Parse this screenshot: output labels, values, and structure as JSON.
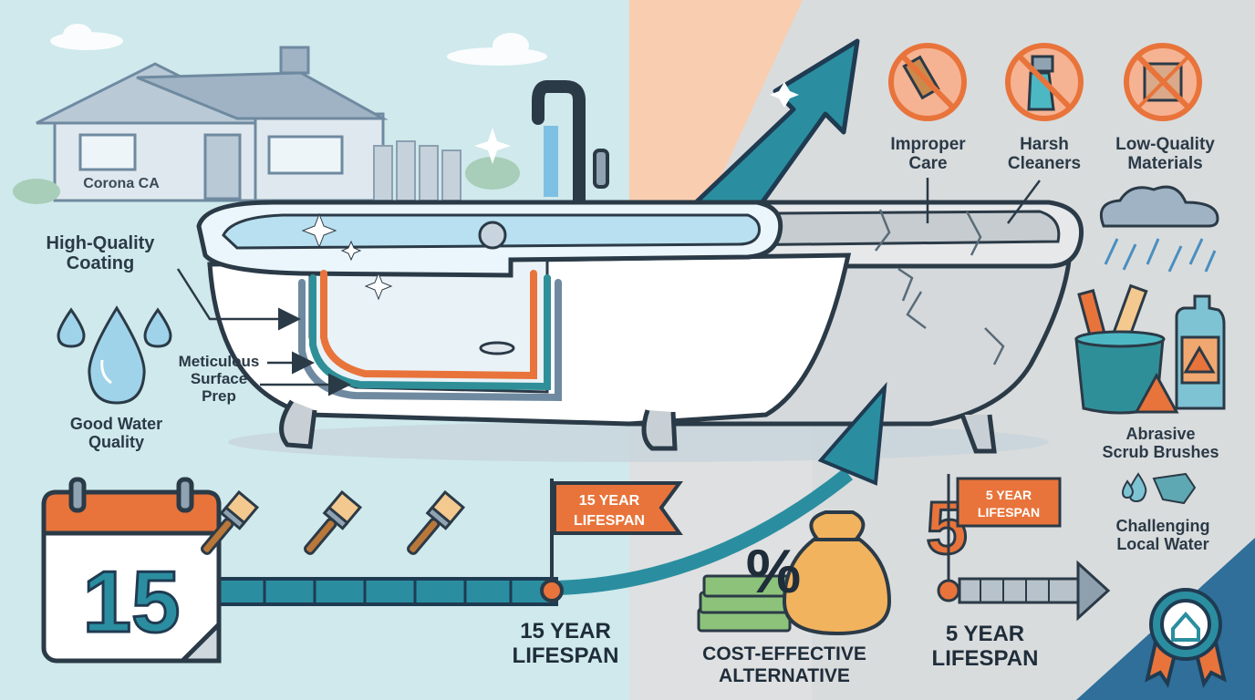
{
  "colors": {
    "left_bg": "#cfe9ec",
    "mid_bg": "#f8cdb0",
    "right_bg": "#d9dcdd",
    "teal": "#2f8f98",
    "dark_teal": "#1f6f86",
    "orange": "#e8743b",
    "outline": "#2b3a47"
  },
  "icons": [
    "house-icon",
    "faucet-icon",
    "water-drop-icon",
    "calendar-icon",
    "paintbrush-icon",
    "flag-icon",
    "up-arrow-icon",
    "no-brush-icon",
    "no-spray-icon",
    "no-material-icon",
    "rain-cloud-icon",
    "bucket-brushes-icon",
    "bleach-bottle-icon",
    "warning-icon",
    "money-bag-icon",
    "cash-stack-icon",
    "badge-icon"
  ],
  "location": {
    "label": "Corona CA"
  },
  "left_labels": {
    "coating": [
      "High-Quality",
      "Coating"
    ],
    "prep": [
      "Meticulous",
      "Surface",
      "Prep"
    ],
    "water": [
      "Good Water",
      "Quality"
    ]
  },
  "calendar": {
    "number": "15"
  },
  "flag15": {
    "line1": "15 YEAR",
    "line2": "LIFESPAN"
  },
  "bottom15": {
    "line1": "15 YEAR",
    "line2": "LIFESPAN"
  },
  "cost": {
    "line1": "COST-EFFECTIVE",
    "line2": "ALTERNATIVE",
    "symbol": "%"
  },
  "right_labels": {
    "improper": [
      "Improper",
      "Care"
    ],
    "harsh": [
      "Harsh",
      "Cleaners"
    ],
    "lowq": [
      "Low-Quality",
      "Materials"
    ],
    "abrasive": [
      "Abrasive",
      "Scrub Brushes"
    ],
    "water": [
      "Challenging",
      "Local Water"
    ]
  },
  "five": {
    "number": "5",
    "flag_line1": "5 YEAR",
    "flag_line2": "LIFESPAN",
    "bottom1": "5 YEAR",
    "bottom2": "LIFESPAN"
  }
}
